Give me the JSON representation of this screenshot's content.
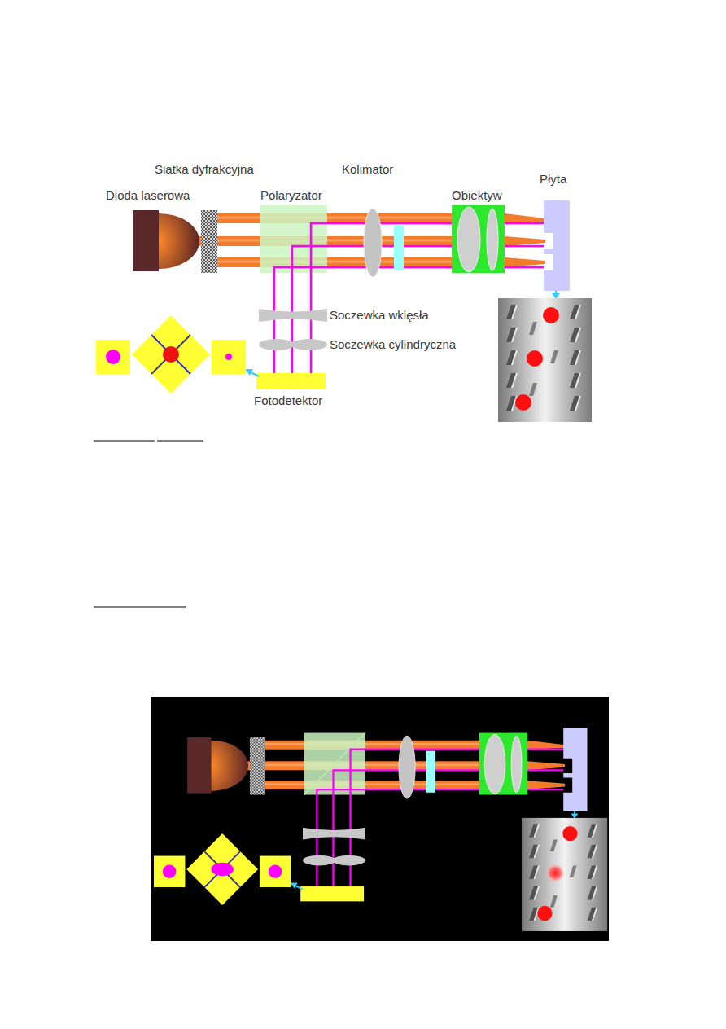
{
  "diagram": {
    "labels": [
      "Siatka dyfrakcyjna",
      "Kolimator",
      "Płyta",
      "Dioda laserowa",
      "Polaryzator",
      "Obiektyw",
      "Soczewka wklęsła",
      "Soczewka cylindryczna",
      "Fotodetektor"
    ]
  }
}
